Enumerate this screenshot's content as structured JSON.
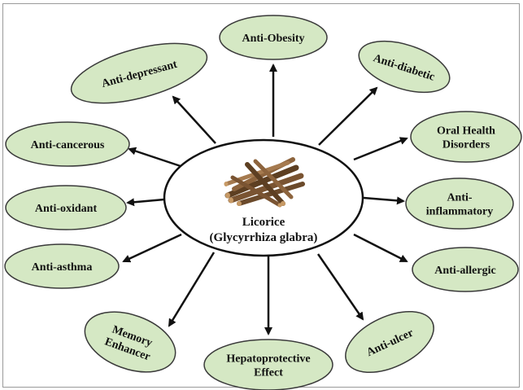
{
  "center": {
    "title": "Licorice",
    "subtitle": "(Glycyrrhiza glabra)",
    "image_icon": "licorice-root-sticks-icon"
  },
  "nodes": [
    {
      "id": "anti-obesity",
      "lines": [
        "Anti-Obesity"
      ]
    },
    {
      "id": "anti-diabetic",
      "lines": [
        "Anti-diabetic"
      ]
    },
    {
      "id": "oral-health-disorders",
      "lines": [
        "Oral Health",
        "Disorders"
      ]
    },
    {
      "id": "anti-inflammatory",
      "lines": [
        "Anti-",
        "inflammatory"
      ]
    },
    {
      "id": "anti-allergic",
      "lines": [
        "Anti-allergic"
      ]
    },
    {
      "id": "anti-ulcer",
      "lines": [
        "Anti-ulcer"
      ]
    },
    {
      "id": "hepatoprotective-effect",
      "lines": [
        "Hepatoprotective",
        "Effect"
      ]
    },
    {
      "id": "memory-enhancer",
      "lines": [
        "Memory",
        "Enhancer"
      ]
    },
    {
      "id": "anti-asthma",
      "lines": [
        "Anti-asthma"
      ]
    },
    {
      "id": "anti-oxidant",
      "lines": [
        "Anti-oxidant"
      ]
    },
    {
      "id": "anti-cancerous",
      "lines": [
        "Anti-cancerous"
      ]
    },
    {
      "id": "anti-depressant",
      "lines": [
        "Anti-depressant"
      ]
    }
  ],
  "colors": {
    "node_fill": "#d5e8c4",
    "node_stroke": "#3a3a3a",
    "arrow": "#111111",
    "center_fill": "#ffffff",
    "center_stroke": "#111111",
    "stick_dark": "#6b4a2b",
    "stick_light": "#a57a4f"
  }
}
